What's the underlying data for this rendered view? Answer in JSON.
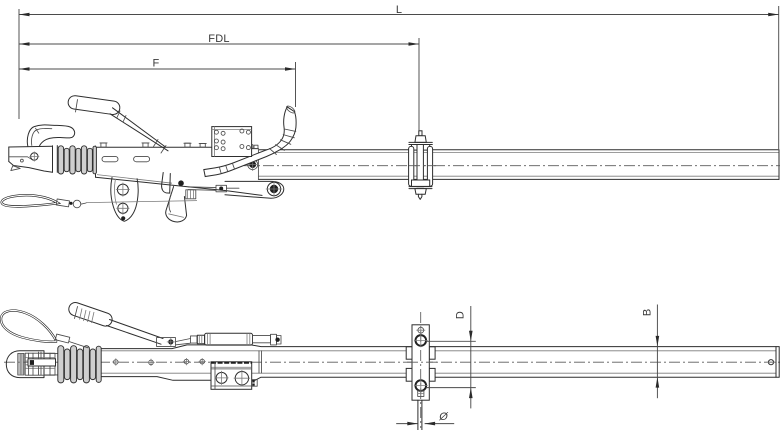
{
  "drawing": {
    "type": "technical-line-drawing",
    "subject": "trailer overrun coupling with drawbar tube, side view and plan view",
    "colors": {
      "background": "#ffffff",
      "line": "#1c1c1c",
      "dimension": "#4b4b4b"
    },
    "labels": {
      "dim_l": "L",
      "dim_fdl": "FDL",
      "dim_f": "F",
      "dim_d": "D",
      "dim_b": "B",
      "dim_phi": "Ø"
    }
  }
}
